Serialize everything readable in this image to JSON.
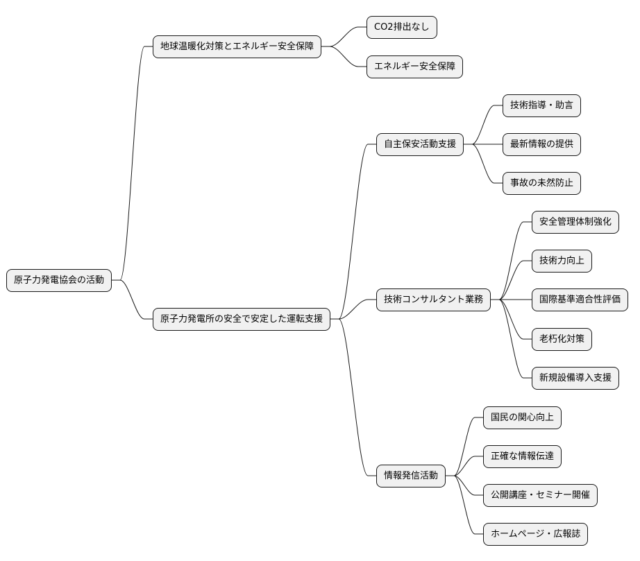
{
  "mindmap": {
    "root": {
      "id": "n0",
      "label": "原子力発電協会の活動",
      "children": [
        {
          "id": "n1",
          "label": "地球温暖化対策とエネルギー安全保障",
          "children": [
            {
              "id": "n1a",
              "label": "CO2排出なし"
            },
            {
              "id": "n1b",
              "label": "エネルギー安全保障"
            }
          ]
        },
        {
          "id": "n2",
          "label": "原子力発電所の安全で安定した運転支援",
          "children": [
            {
              "id": "n2a",
              "label": "自主保安活動支援",
              "children": [
                {
                  "id": "n2a1",
                  "label": "技術指導・助言"
                },
                {
                  "id": "n2a2",
                  "label": "最新情報の提供"
                },
                {
                  "id": "n2a3",
                  "label": "事故の未然防止"
                }
              ]
            },
            {
              "id": "n2b",
              "label": "技術コンサルタント業務",
              "children": [
                {
                  "id": "n2b1",
                  "label": "安全管理体制強化"
                },
                {
                  "id": "n2b2",
                  "label": "技術力向上"
                },
                {
                  "id": "n2b3",
                  "label": "国際基準適合性評価"
                },
                {
                  "id": "n2b4",
                  "label": "老朽化対策"
                },
                {
                  "id": "n2b5",
                  "label": "新規設備導入支援"
                }
              ]
            },
            {
              "id": "n2c",
              "label": "情報発信活動",
              "children": [
                {
                  "id": "n2c1",
                  "label": "国民の関心向上"
                },
                {
                  "id": "n2c2",
                  "label": "正確な情報伝達"
                },
                {
                  "id": "n2c3",
                  "label": "公開講座・セミナー開催"
                },
                {
                  "id": "n2c4",
                  "label": "ホームページ・広報誌"
                }
              ]
            }
          ]
        }
      ]
    }
  }
}
